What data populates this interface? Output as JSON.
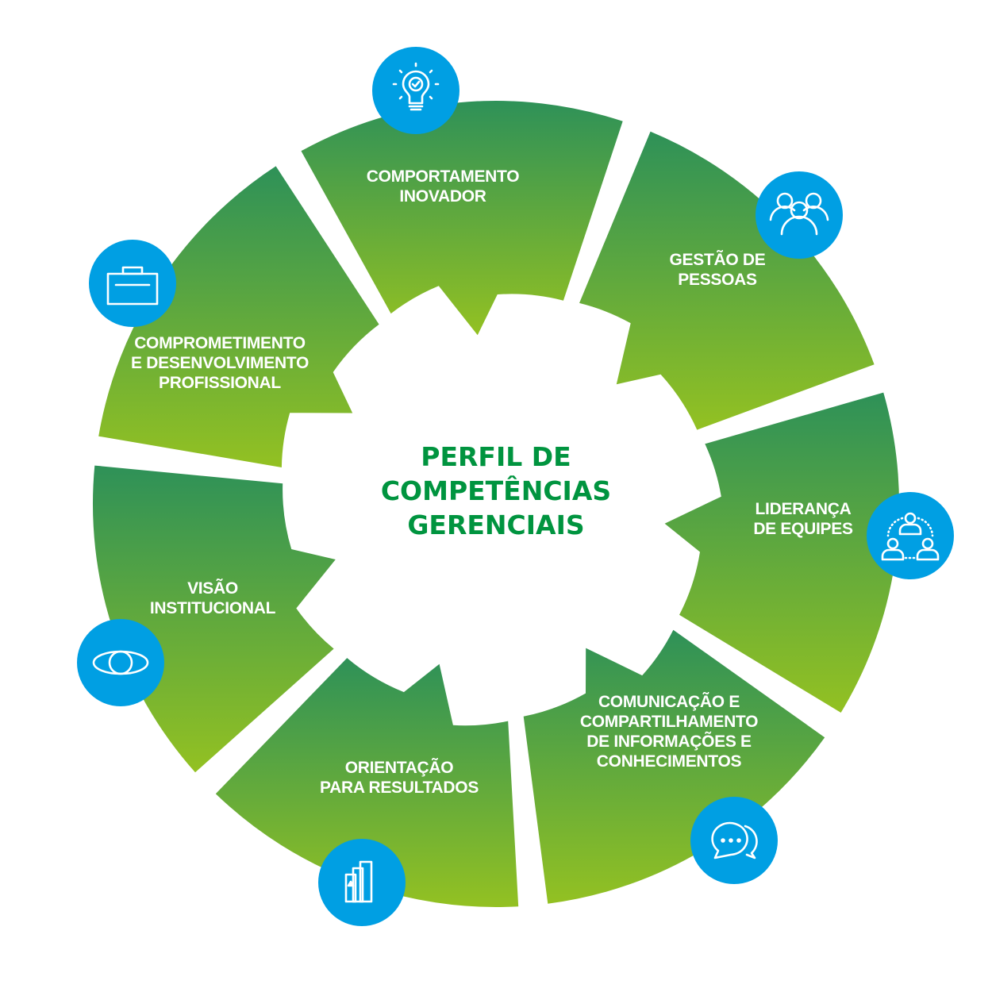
{
  "title": {
    "lines": [
      "PERFIL DE",
      "COMPETÊNCIAS",
      "GERENCIAIS"
    ],
    "color": "#00943F"
  },
  "colors": {
    "segment_top": "#2E9158",
    "segment_bottom": "#93C122",
    "icon_circle": "#009FE3",
    "icon_glyph": "#FFFFFF",
    "label": "#FFFFFF"
  },
  "segments": [
    {
      "id": "comportamento-inovador",
      "lines": [
        "COMPORTAMENTO",
        "INOVADOR"
      ],
      "icon": "lightbulb-check-icon"
    },
    {
      "id": "gestao-de-pessoas",
      "lines": [
        "GESTÃO DE",
        "PESSOAS"
      ],
      "icon": "people-group-icon"
    },
    {
      "id": "lideranca-de-equipes",
      "lines": [
        "LIDERANÇA",
        "DE EQUIPES"
      ],
      "icon": "team-network-icon"
    },
    {
      "id": "comunicacao",
      "lines": [
        "COMUNICAÇÃO E",
        "COMPARTILHAMENTO",
        "DE INFORMAÇÕES E",
        "CONHECIMENTOS"
      ],
      "icon": "chat-bubbles-icon"
    },
    {
      "id": "orientacao-para-resultados",
      "lines": [
        "ORIENTAÇÃO",
        "PARA RESULTADOS"
      ],
      "icon": "bar-chart-icon"
    },
    {
      "id": "visao-institucional",
      "lines": [
        "VISÃO",
        "INSTITUCIONAL"
      ],
      "icon": "eye-icon"
    },
    {
      "id": "comprometimento",
      "lines": [
        "COMPROMETIMENTO",
        "E DESENVOLVIMENTO",
        "PROFISSIONAL"
      ],
      "icon": "briefcase-icon"
    }
  ]
}
